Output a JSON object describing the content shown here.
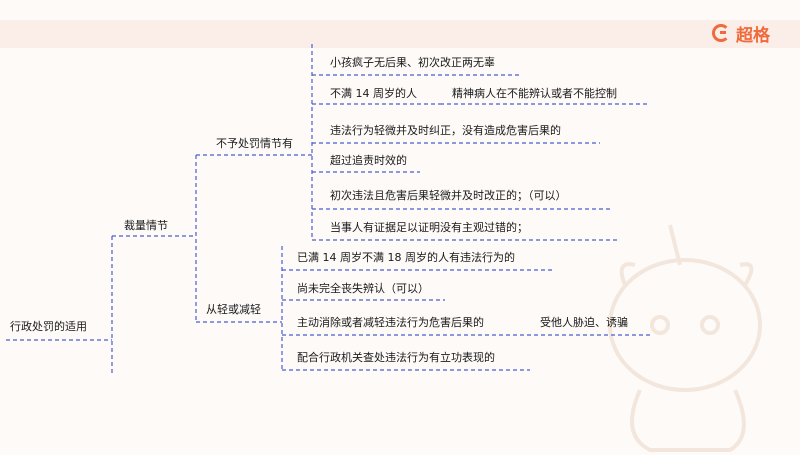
{
  "brand": {
    "name": "超格",
    "icon": "brand-c-icon",
    "accent": "#f06a3c"
  },
  "tree": {
    "root": "行政处罚的适用",
    "level1": "裁量情节",
    "branch_a": {
      "label": "不予处罚情节有",
      "items": [
        "小孩疯子无后果、初次改正两无辜",
        "不满 14 周岁的人",
        "精神病人在不能辨认或者不能控制",
        "违法行为轻微并及时纠正，没有造成危害后果的",
        "超过追责时效的",
        "初次违法且危害后果轻微并及时改正的；（可以）",
        "当事人有证据足以证明没有主观过错的；"
      ]
    },
    "branch_b": {
      "label": "从轻或减轻",
      "items": [
        "已满 14 周岁不满 18 周岁的人有违法行为的",
        "尚未完全丧失辨认（可以）",
        "主动消除或者减轻违法行为危害后果的",
        "受他人胁迫、诱骗",
        "配合行政机关查处违法行为有立功表现的"
      ]
    }
  },
  "colors": {
    "line": "#4a5fd0",
    "topbar": "#fbeee8",
    "mascot": "#f3e6dc"
  }
}
